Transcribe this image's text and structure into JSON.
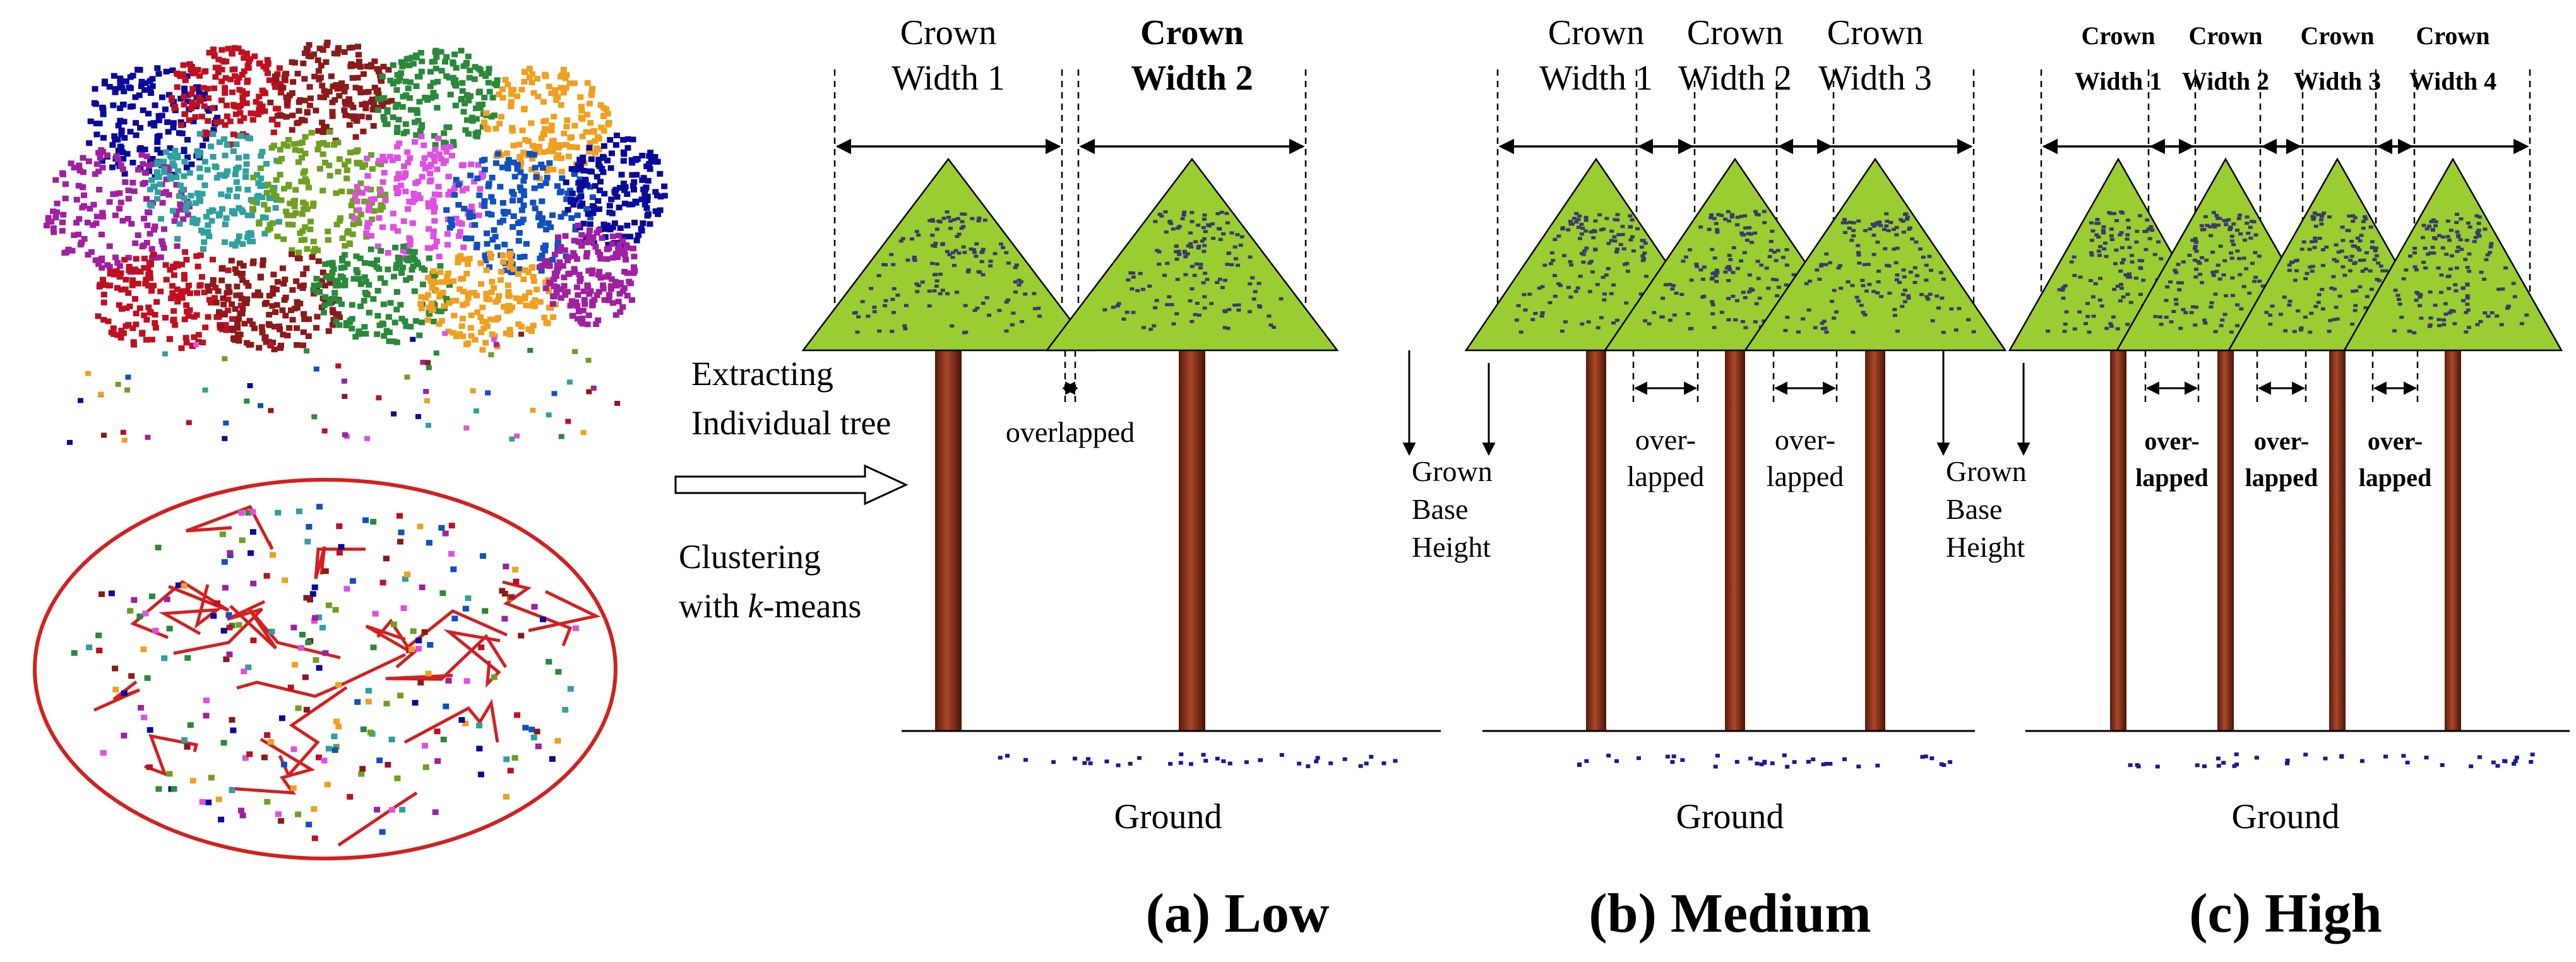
{
  "left": {
    "arrow_text": [
      "Extracting",
      "Individual tree"
    ],
    "cluster_text": [
      "Clustering",
      "with "
    ],
    "cluster_k": "k",
    "cluster_suffix": "-means"
  },
  "panels": [
    {
      "caption": "(a) Low",
      "ground_label": "Ground",
      "crown_labels": [
        [
          "Crown",
          "Width 1"
        ],
        [
          "Crown",
          "Width 2"
        ]
      ],
      "overlap_labels": [
        [
          "overlapped"
        ]
      ],
      "base_height_label": [
        "Grown",
        "Base",
        "Height"
      ]
    },
    {
      "caption": "(b) Medium",
      "ground_label": "Ground",
      "crown_labels": [
        [
          "Crown",
          "Width 1"
        ],
        [
          "Crown",
          "Width 2"
        ],
        [
          "Crown",
          "Width 3"
        ]
      ],
      "overlap_labels": [
        [
          "over-",
          "lapped"
        ],
        [
          "over-",
          "lapped"
        ]
      ],
      "base_height_label": [
        "Grown",
        "Base",
        "Height"
      ]
    },
    {
      "caption": "(c) High",
      "ground_label": "Ground",
      "crown_labels": [
        [
          "Crown",
          "Width 1"
        ],
        [
          "Crown",
          "Width 2"
        ],
        [
          "Crown",
          "Width 3"
        ],
        [
          "Crown",
          "Width 4"
        ]
      ],
      "overlap_labels": [
        [
          "over-",
          "lapped"
        ],
        [
          "over-",
          "lapped"
        ],
        [
          "over-",
          "lapped"
        ]
      ],
      "base_height_label": []
    }
  ],
  "colors": {
    "crown_fill": "#9acd32",
    "trunk_fill": "#7b2a14",
    "boundary": "#d42020",
    "points": "#3a3a6e",
    "ground_points": "#1a1a9a",
    "cluster_palette": [
      "#0a0a9a",
      "#c01020",
      "#8b1a1a",
      "#2a8a3a",
      "#f0a020",
      "#a020a0",
      "#30a0a0",
      "#70a020",
      "#e050e0",
      "#1050c0"
    ]
  }
}
